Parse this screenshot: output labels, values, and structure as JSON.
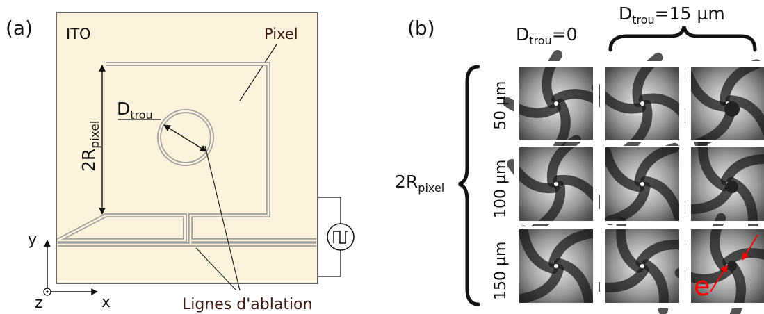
{
  "panel_a": {
    "label": "(a)",
    "ito_label": "ITO",
    "pixel_label": "Pixel",
    "d_base": "D",
    "d_sub": "trou",
    "r_prefix": "2R",
    "r_sub": "pixel",
    "axis_y": "y",
    "axis_x": "x",
    "axis_z": "z",
    "ablation_label": "Lignes d'ablation",
    "colors": {
      "ito_fill": "#fdf2dc",
      "ablation_line": "#a0a0a0",
      "ablation_text": "#3a1a12"
    }
  },
  "panel_b": {
    "label": "(b)",
    "col_header_1": {
      "base": "D",
      "sub": "trou",
      "suffix": "=0"
    },
    "col_header_2": {
      "base": "D",
      "sub": "trou",
      "suffix": "=15 µm"
    },
    "row_group_label": {
      "base": "2R",
      "sub": "pixel"
    },
    "rows": [
      {
        "label": "50 µm"
      },
      {
        "label": "100 µm"
      },
      {
        "label": "150 µm"
      }
    ],
    "marker_label": "e",
    "colors": {
      "marker": "#ff0000"
    }
  }
}
